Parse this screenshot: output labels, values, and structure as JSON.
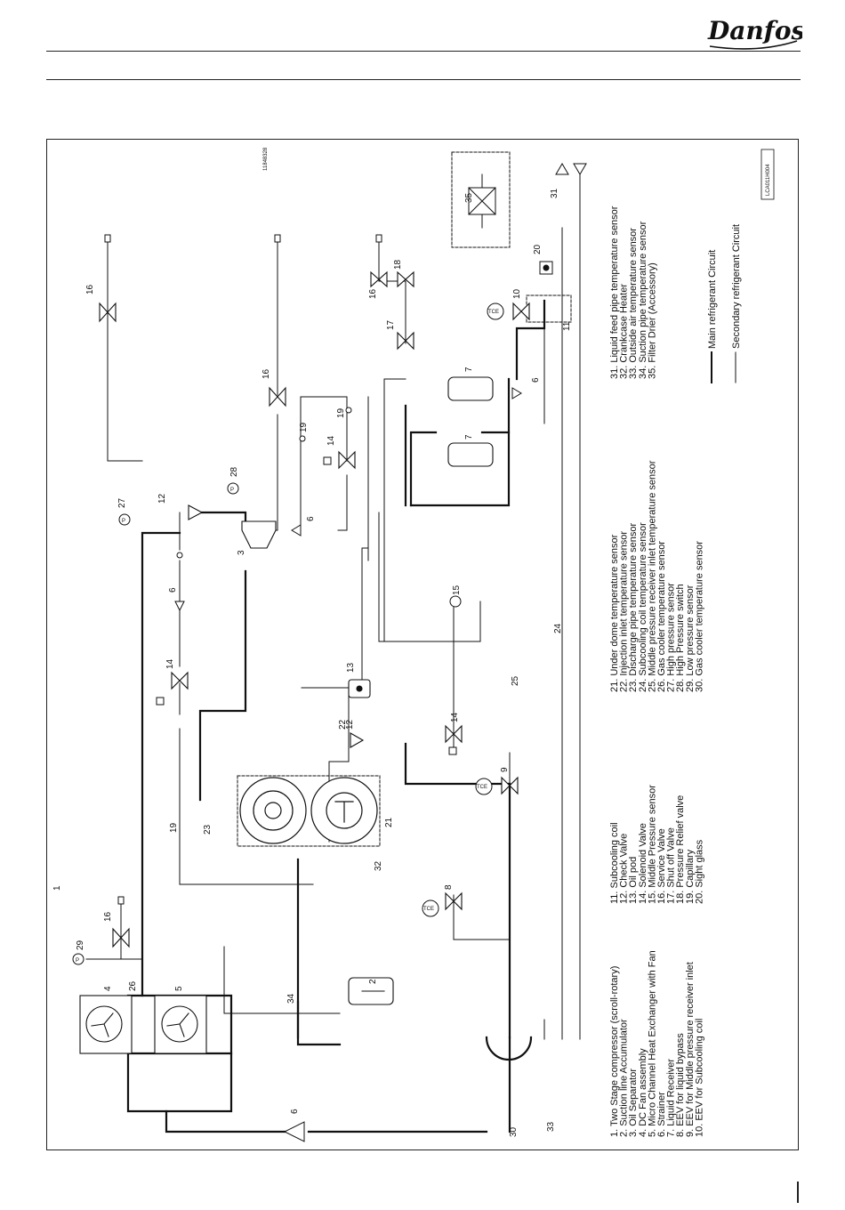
{
  "header": {
    "brand": "Danfoss"
  },
  "diagram": {
    "drawing_code": "LCA011H004",
    "tiny_code": "11848328",
    "tce_label": "TCE",
    "pressure_symbol": "P",
    "component_numbers": {
      "n1": "1",
      "n2": "2",
      "n3": "3",
      "n4": "4",
      "n5": "5",
      "n6": "6",
      "n7": "7",
      "n8": "8",
      "n9": "9",
      "n10": "10",
      "n11": "11",
      "n12": "12",
      "n13": "13",
      "n14": "14",
      "n15": "15",
      "n16": "16",
      "n17": "17",
      "n18": "18",
      "n19": "19",
      "n20": "20",
      "n21": "21",
      "n22": "22",
      "n23": "23",
      "n24": "24",
      "n25": "25",
      "n26": "26",
      "n27": "27",
      "n28": "28",
      "n29": "29",
      "n30": "30",
      "n31": "31",
      "n32": "32",
      "n33": "33",
      "n34": "34",
      "n35": "35"
    }
  },
  "legend": {
    "col1": [
      "1. Two Stage compressor (scroll-rotary)",
      "2. Suction line Accumulator",
      "3. Oil Separator",
      "4. DC Fan assembly",
      "5. Micro Channel Heat Exchanger with Fan",
      "6. Strainer",
      "7. Liquid Receiver",
      "8. EEV for liquid bypass",
      "9. EEV for Middle pressure receiver inlet",
      "10. EEV for Subcooling coil"
    ],
    "col2": [
      "11. Subcooling coil",
      "12. Check Valve",
      "13. Oil pod",
      "14. Solenoid Valve",
      "15. Middle Pressure sensor",
      "16. Service Valve",
      "17. Shut off Valve",
      "18. Pressure Relief valve",
      "19. Capillary",
      "20. Sight glass"
    ],
    "col3": [
      "21. Under dome temperature sensor",
      "22. Injection inlet temperature sensor",
      "23. Discharge pipe temperature sensor",
      "24. Subcooling coil temperature sensor",
      "25. Middle pressure receiver inlet temperature sensor",
      "26. Gas cooler temperature sensor",
      "27. High pressure sensor",
      "28. High Pressure switch",
      "29. Low pressure sensor",
      "30. Gas cooler temperature sensor"
    ],
    "col4": [
      "31. Liquid feed pipe temperature sensor",
      "32. Crankcase Heater",
      "33. Outside air temperature sensor",
      "34. Suction pipe temperature sensor",
      "35. Filter Drier (Accessory)"
    ],
    "main_circuit": "Main refrigerant Circuit",
    "secondary_circuit": "Secondary refrigerant Circuit"
  }
}
